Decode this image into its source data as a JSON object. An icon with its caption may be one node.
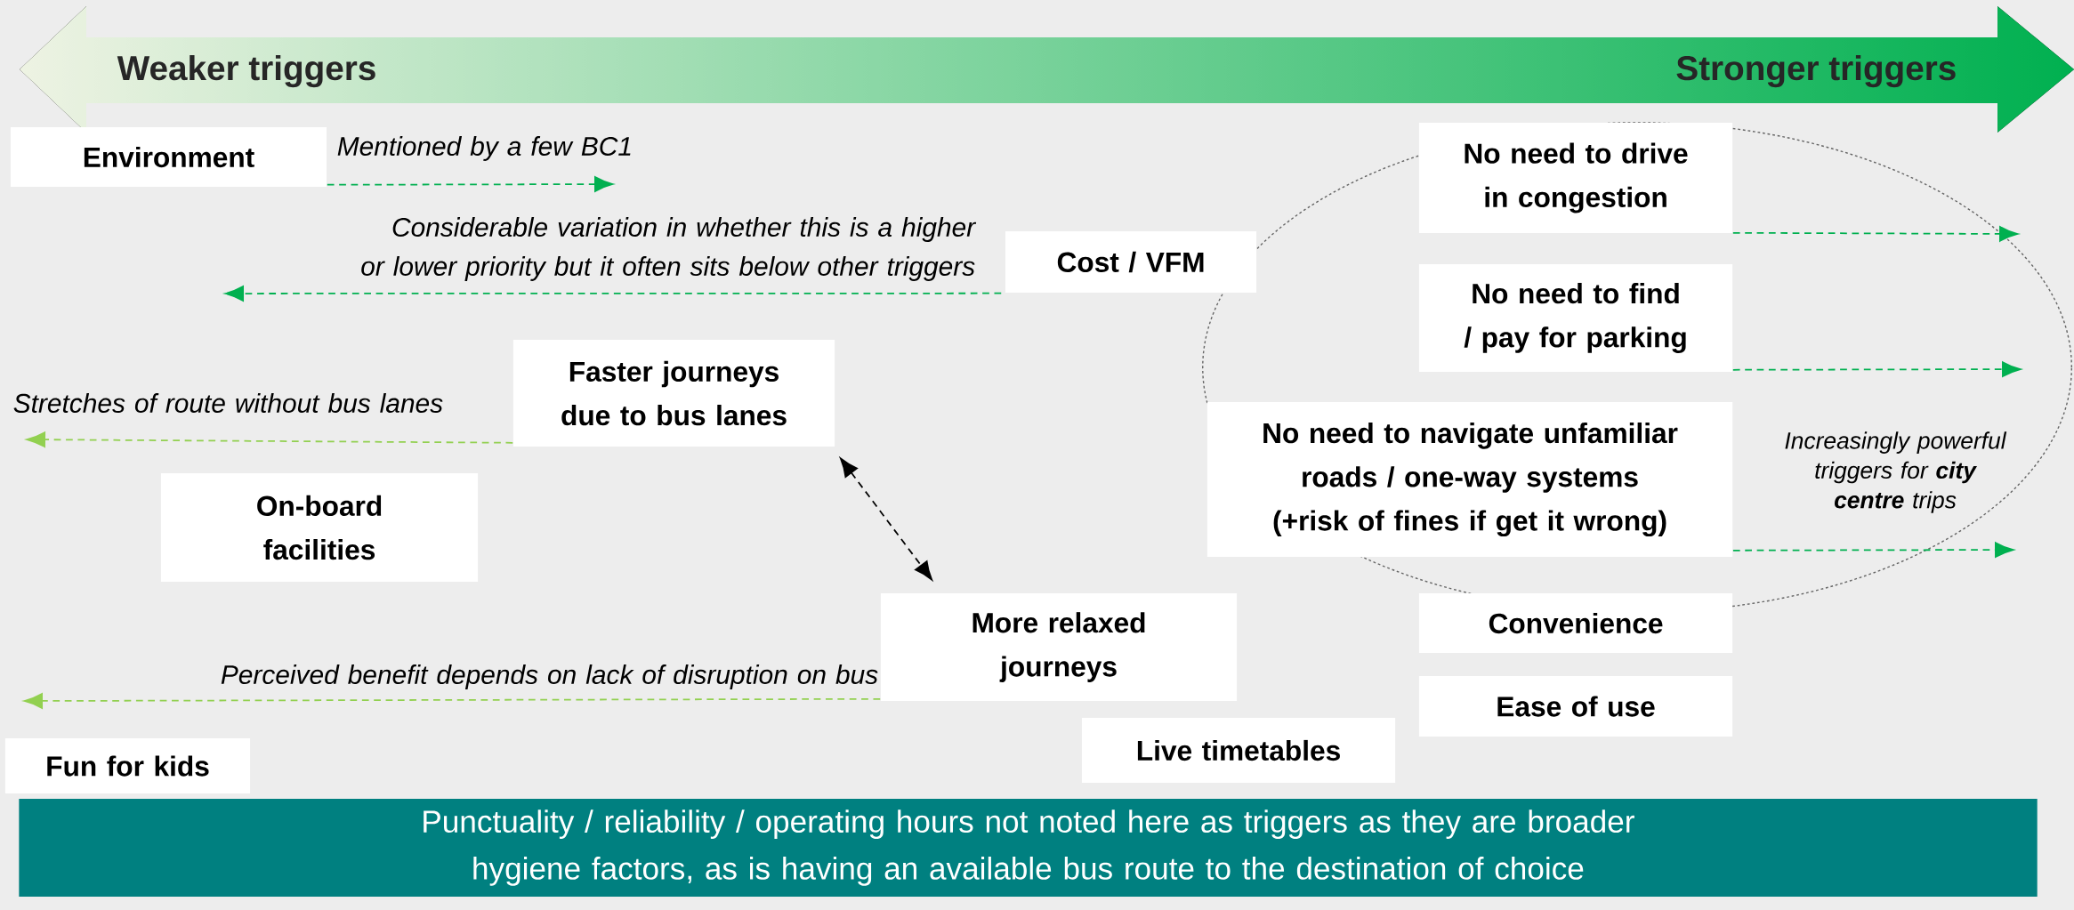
{
  "diagram": {
    "nodes": [
      {
        "text": [
          "Weaker triggers",
          "Stronger triggers"
        ]
      },
      {
        "text": [
          "Environment"
        ]
      },
      {
        "text": [
          "Cost / VFM"
        ]
      },
      {
        "text": [
          "Increasingly powerful triggers for **city centre** trips"
        ]
      },
      {
        "text": [
          "No need to drive in congestion"
        ],
        "in": 3
      },
      {
        "text": [
          "No need to find / pay for parking"
        ],
        "in": 3
      },
      {
        "text": [
          "Faster journeys due to bus lanes"
        ]
      },
      {
        "text": [
          "No need to navigate unfamiliar roads / one-way systems (+risk of fines if get it wrong)"
        ],
        "in": 3
      },
      {
        "text": [
          "On-board facilities"
        ]
      },
      {
        "text": [
          "More relaxed journeys"
        ]
      },
      {
        "text": [
          "Convenience"
        ]
      },
      {
        "text": [
          "Ease of use"
        ]
      },
      {
        "text": [
          "Live timetables"
        ]
      },
      {
        "text": [
          "Fun for kids"
        ]
      },
      {
        "text": [
          "Punctuality / reliability / operating hours not noted here as triggers as they are broader hygiene factors, as is having an available bus route to the destination of choice"
        ]
      }
    ],
    "edges": [
      {
        "from": 1,
        "to": null,
        "arrow": "to",
        "label": "Mentioned by a few BC1"
      },
      {
        "from": 2,
        "to": null,
        "arrow": "to",
        "label": "Considerable variation in whether this is a higher or lower priority but it often sits below other triggers"
      },
      {
        "from": 6,
        "to": null,
        "arrow": "to",
        "label": "Stretches of route without bus lanes",
        "color": "#92d050"
      },
      {
        "from": 6,
        "to": 9,
        "arrow": "both",
        "color": "#000000"
      },
      {
        "from": 9,
        "to": null,
        "arrow": "to",
        "label": "Perceived benefit depends on lack of disruption on bus",
        "color": "#92d050"
      },
      {
        "from": 4,
        "to": null,
        "arrow": "to"
      },
      {
        "from": 5,
        "to": null,
        "arrow": "to"
      },
      {
        "from": 7,
        "to": null,
        "arrow": "to"
      }
    ]
  }
}
